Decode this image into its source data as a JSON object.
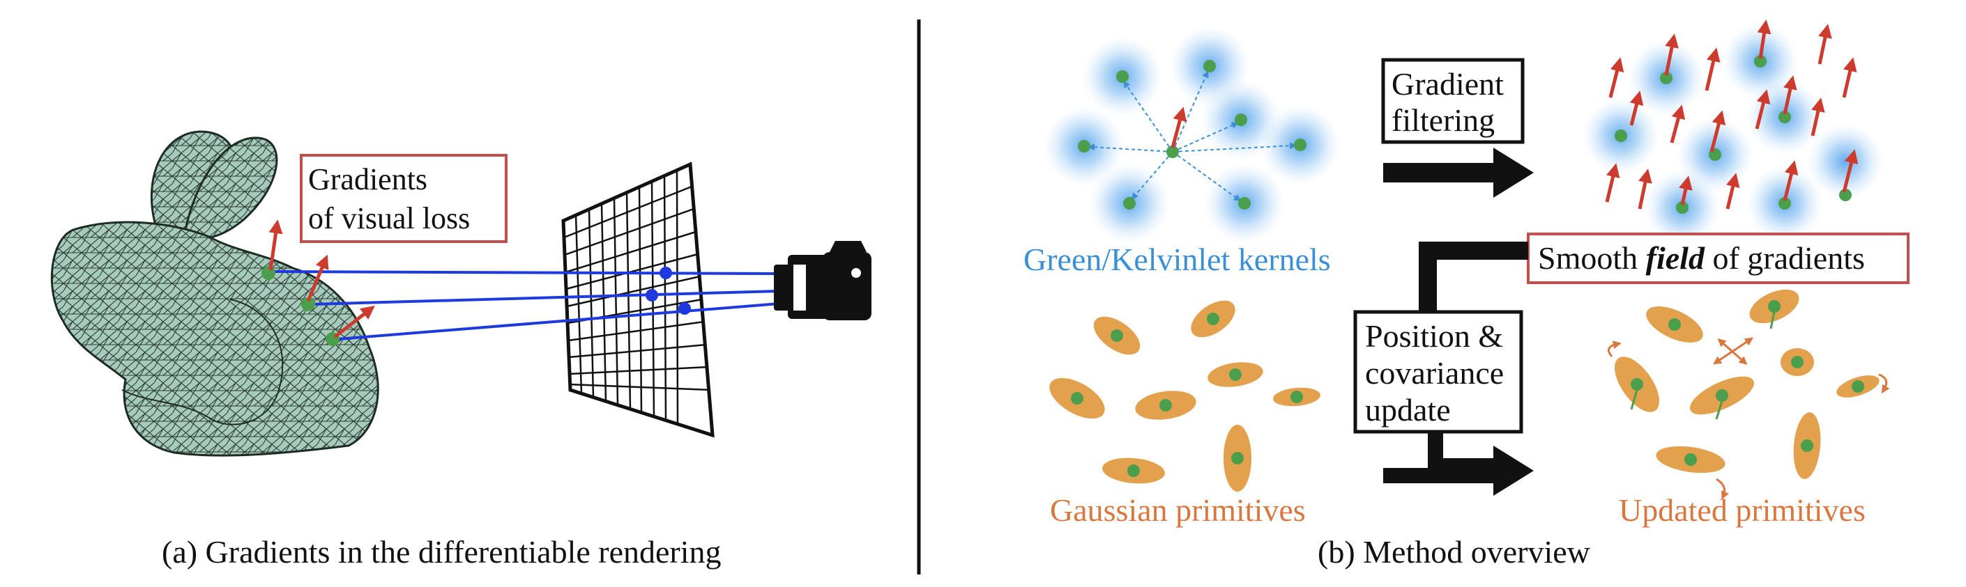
{
  "panel_a": {
    "label_box_line1": "Gradients",
    "label_box_line2": "of visual loss",
    "caption": "(a) Gradients in the differentiable rendering"
  },
  "panel_b": {
    "filter_box_line1": "Gradient",
    "filter_box_line2": "filtering",
    "kernels_label": "Green/Kelvinlet kernels",
    "field_pre": "Smooth ",
    "field_emph": "field",
    "field_post": " of gradients",
    "update_line1": "Position &",
    "update_line2": "covariance",
    "update_line3": "update",
    "gaussian_label": "Gaussian primitives",
    "updated_label": "Updated primitives",
    "caption": "(b) Method overview"
  },
  "colors": {
    "red_box": "#c0504d",
    "blue_text": "#3b8fd6",
    "orange_text": "#d9773f",
    "ellipse_fill": "#e3a04d",
    "dot_green": "#4a9e4c",
    "arrow_red": "#cd3b2e",
    "ray_blue": "#1e3adf",
    "kernel_blue": "#6fb2ee",
    "bunny_fill": "#a6cbbd",
    "bunny_mesh": "#2b3a33"
  },
  "icons": {
    "camera": "camera-icon",
    "screen": "image-plane-grid"
  }
}
